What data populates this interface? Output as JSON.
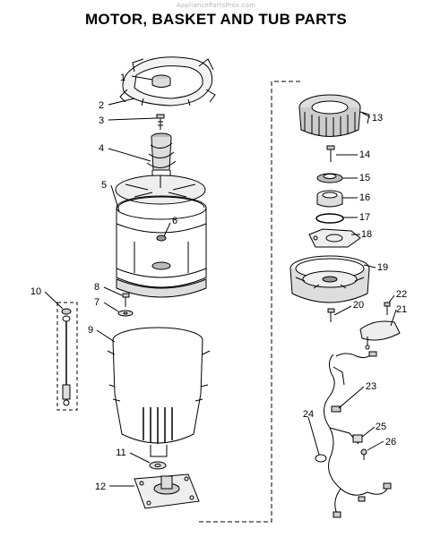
{
  "watermark": "AppliancePartsPros.com",
  "title": "MOTOR, BASKET AND TUB PARTS",
  "callouts": [
    {
      "id": "c1",
      "label": "1"
    },
    {
      "id": "c2",
      "label": "2"
    },
    {
      "id": "c3",
      "label": "3"
    },
    {
      "id": "c4",
      "label": "4"
    },
    {
      "id": "c5",
      "label": "5"
    },
    {
      "id": "c6",
      "label": "6"
    },
    {
      "id": "c7",
      "label": "7"
    },
    {
      "id": "c8",
      "label": "8"
    },
    {
      "id": "c9",
      "label": "9"
    },
    {
      "id": "c10",
      "label": "10"
    },
    {
      "id": "c11",
      "label": "11"
    },
    {
      "id": "c12",
      "label": "12"
    },
    {
      "id": "c13",
      "label": "13"
    },
    {
      "id": "c14",
      "label": "14"
    },
    {
      "id": "c15",
      "label": "15"
    },
    {
      "id": "c16",
      "label": "16"
    },
    {
      "id": "c17",
      "label": "17"
    },
    {
      "id": "c18",
      "label": "18"
    },
    {
      "id": "c19",
      "label": "19"
    },
    {
      "id": "c20",
      "label": "20"
    },
    {
      "id": "c21",
      "label": "21"
    },
    {
      "id": "c22",
      "label": "22"
    },
    {
      "id": "c23",
      "label": "23"
    },
    {
      "id": "c24",
      "label": "24"
    },
    {
      "id": "c25",
      "label": "25"
    },
    {
      "id": "c26",
      "label": "26"
    }
  ]
}
